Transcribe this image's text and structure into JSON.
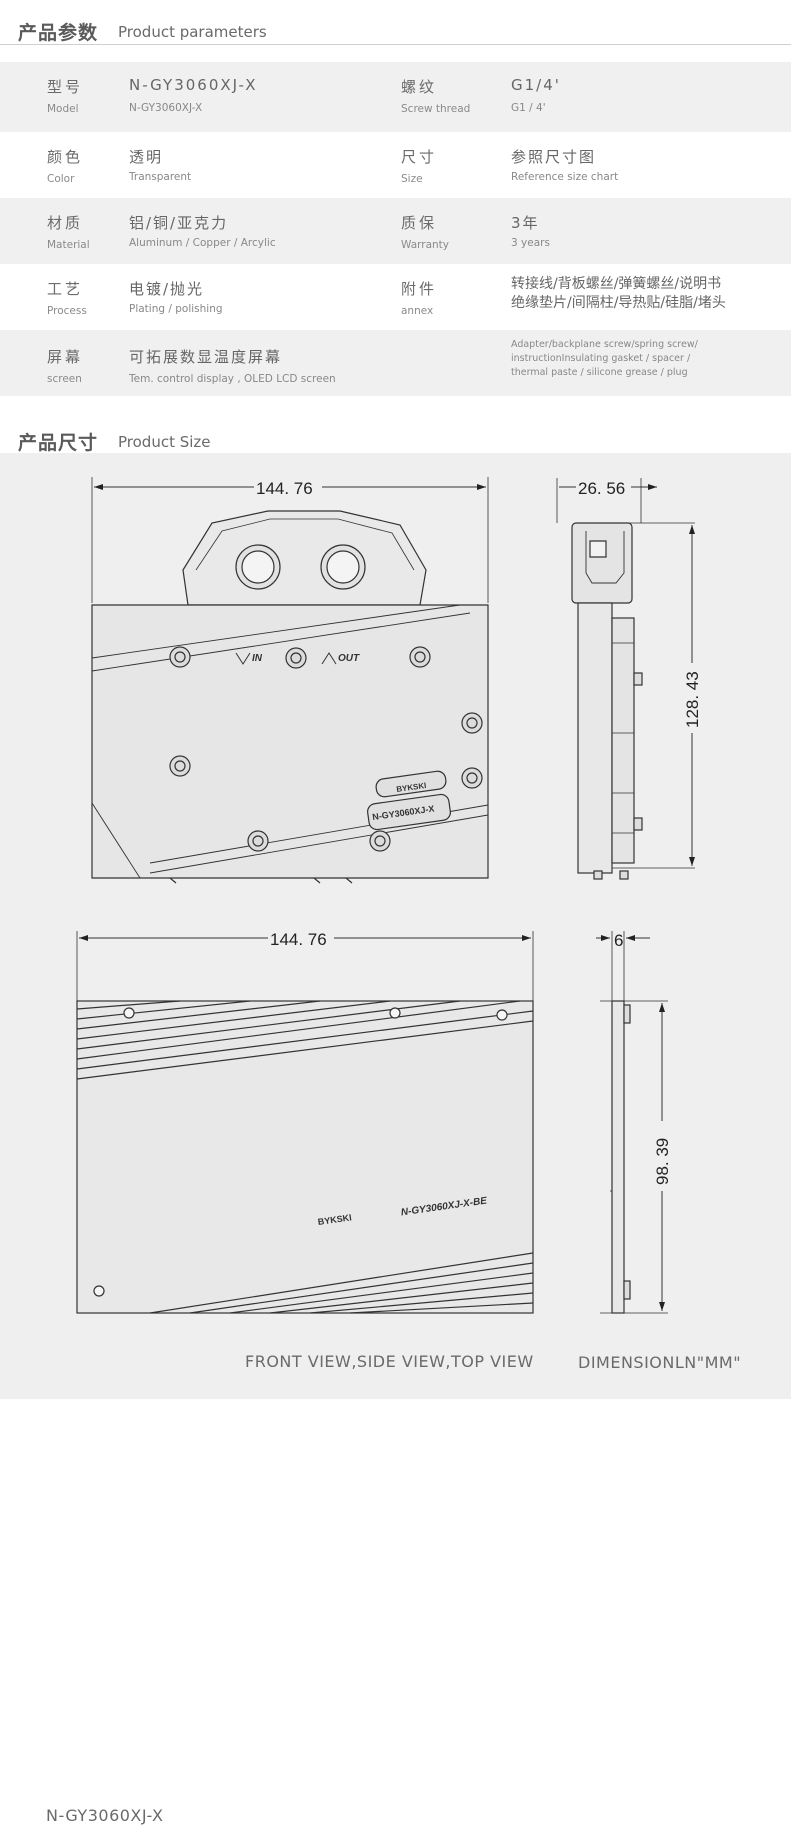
{
  "sections": {
    "params": {
      "cn": "产品参数",
      "en": "Product parameters"
    },
    "size": {
      "cn": "产品尺寸",
      "en": "Product Size"
    }
  },
  "params": {
    "model": {
      "cn": "型号",
      "en": "Model",
      "value_cn": "N-GY3060XJ-X",
      "value_en": "N-GY3060XJ-X"
    },
    "thread": {
      "cn": "螺纹",
      "en": "Screw thread",
      "value_cn": "G1/4'",
      "value_en": "G1 / 4'"
    },
    "color": {
      "cn": "颜色",
      "en": "Color",
      "value_cn": "透明",
      "value_en": "Transparent"
    },
    "size": {
      "cn": "尺寸",
      "en": "Size",
      "value_cn": "参照尺寸图",
      "value_en": "Reference size chart"
    },
    "material": {
      "cn": "材质",
      "en": "Material",
      "value_cn": "铝/铜/亚克力",
      "value_en": "Aluminum / Copper / Arcylic"
    },
    "warranty": {
      "cn": "质保",
      "en": "Warranty",
      "value_cn": "3年",
      "value_en": "3 years"
    },
    "process": {
      "cn": "工艺",
      "en": "Process",
      "value_cn": "电镀/抛光",
      "value_en": "Plating / polishing"
    },
    "annex": {
      "cn": "附件",
      "en": "annex",
      "value_cn_1": "转接线/背板螺丝/弹簧螺丝/说明书",
      "value_cn_2": "绝缘垫片/间隔柱/导热贴/硅脂/堵头",
      "value_en_1": "Adapter/backplane screw/spring screw/",
      "value_en_2": "instructionInsulating gasket / spacer /",
      "value_en_3": "thermal paste / silicone grease / plug"
    },
    "screen": {
      "cn": "屏幕",
      "en": "screen",
      "value_cn": "可拓展数显温度屏幕",
      "value_en": "Tem. control display , OLED LCD screen"
    }
  },
  "drawing": {
    "dims": {
      "front_width": "144. 76",
      "side_width": "26. 56",
      "side_height": "128. 43",
      "back_width": "144. 76",
      "back_side_width": "6",
      "back_height": "98. 39"
    },
    "labels": {
      "in": "IN",
      "out": "OUT",
      "brand": "BYKSKI",
      "plate_front": "N-GY3060XJ-X",
      "plate_back": "N-GY3060XJ-X-BE"
    }
  },
  "footer": {
    "model": "N-GY3060XJ-X",
    "views": "FRONT VIEW,SIDE VIEW,TOP VIEW",
    "unit": "DIMENSIONLN\"MM\""
  }
}
